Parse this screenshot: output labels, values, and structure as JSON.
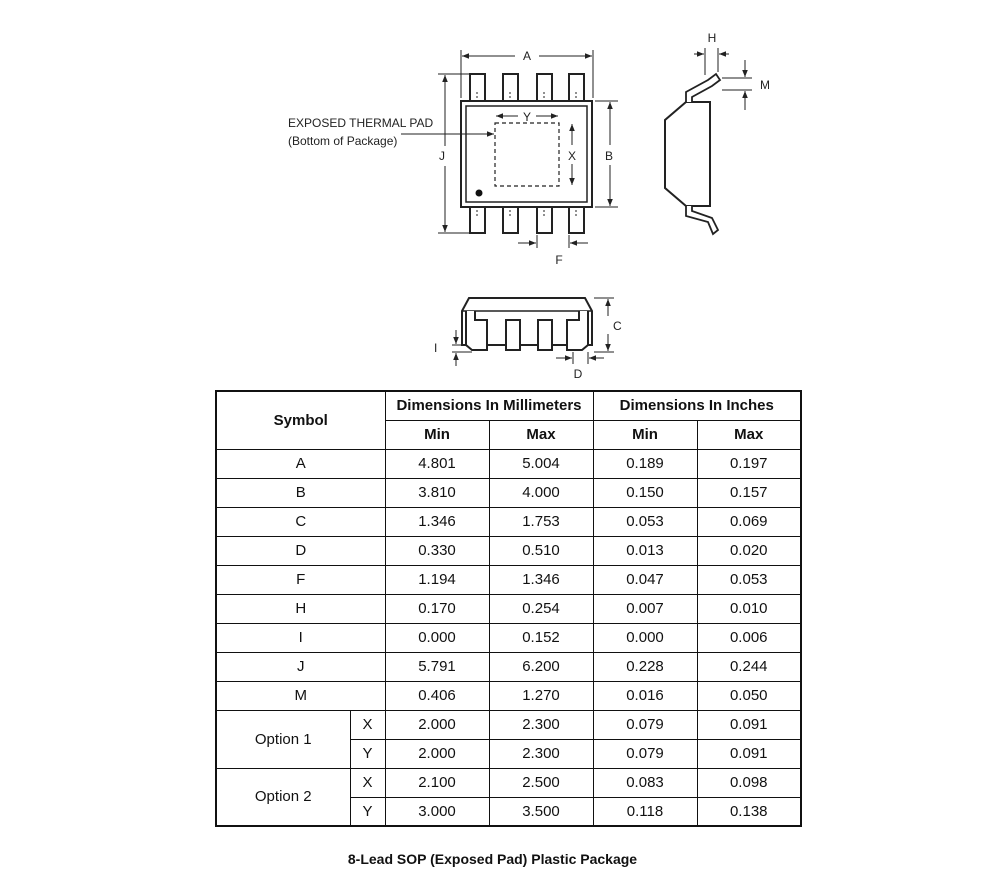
{
  "drawing_labels": {
    "a": "A",
    "b": "B",
    "c": "C",
    "d": "D",
    "f": "F",
    "h": "H",
    "i": "I",
    "j": "J",
    "m": "M",
    "x": "X",
    "y": "Y",
    "pad_line1": "EXPOSED THERMAL PAD",
    "pad_line2": "(Bottom of Package)"
  },
  "table": {
    "header_symbol": "Symbol",
    "header_mm": "Dimensions In Millimeters",
    "header_in": "Dimensions In Inches",
    "min": "Min",
    "max": "Max",
    "rows": [
      {
        "symbol": "A",
        "mm_min": "4.801",
        "mm_max": "5.004",
        "in_min": "0.189",
        "in_max": "0.197"
      },
      {
        "symbol": "B",
        "mm_min": "3.810",
        "mm_max": "4.000",
        "in_min": "0.150",
        "in_max": "0.157"
      },
      {
        "symbol": "C",
        "mm_min": "1.346",
        "mm_max": "1.753",
        "in_min": "0.053",
        "in_max": "0.069"
      },
      {
        "symbol": "D",
        "mm_min": "0.330",
        "mm_max": "0.510",
        "in_min": "0.013",
        "in_max": "0.020"
      },
      {
        "symbol": "F",
        "mm_min": "1.194",
        "mm_max": "1.346",
        "in_min": "0.047",
        "in_max": "0.053"
      },
      {
        "symbol": "H",
        "mm_min": "0.170",
        "mm_max": "0.254",
        "in_min": "0.007",
        "in_max": "0.010"
      },
      {
        "symbol": "I",
        "mm_min": "0.000",
        "mm_max": "0.152",
        "in_min": "0.000",
        "in_max": "0.006"
      },
      {
        "symbol": "J",
        "mm_min": "5.791",
        "mm_max": "6.200",
        "in_min": "0.228",
        "in_max": "0.244"
      },
      {
        "symbol": "M",
        "mm_min": "0.406",
        "mm_max": "1.270",
        "in_min": "0.016",
        "in_max": "0.050"
      }
    ],
    "options": [
      {
        "label": "Option 1",
        "x": {
          "sub": "X",
          "mm_min": "2.000",
          "mm_max": "2.300",
          "in_min": "0.079",
          "in_max": "0.091"
        },
        "y": {
          "sub": "Y",
          "mm_min": "2.000",
          "mm_max": "2.300",
          "in_min": "0.079",
          "in_max": "0.091"
        }
      },
      {
        "label": "Option 2",
        "x": {
          "sub": "X",
          "mm_min": "2.100",
          "mm_max": "2.500",
          "in_min": "0.083",
          "in_max": "0.098"
        },
        "y": {
          "sub": "Y",
          "mm_min": "3.000",
          "mm_max": "3.500",
          "in_min": "0.118",
          "in_max": "0.138"
        }
      }
    ]
  },
  "caption": "8-Lead SOP (Exposed Pad) Plastic Package"
}
